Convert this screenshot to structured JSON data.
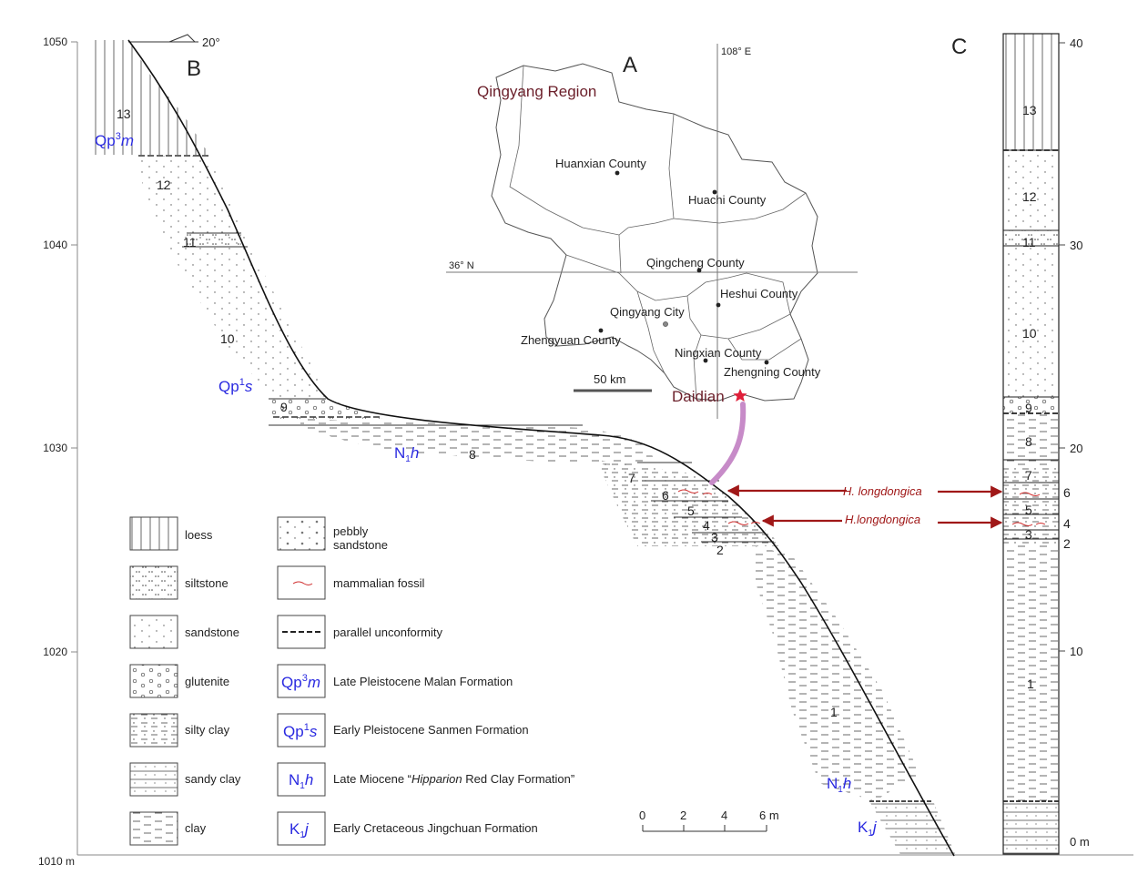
{
  "panels": {
    "a": "A",
    "b": "B",
    "c": "C"
  },
  "dip": "20°",
  "elevation_axis": {
    "ticks": [
      "1050",
      "1040",
      "1030",
      "1020",
      "1010 m"
    ]
  },
  "column_axis": {
    "ticks": [
      "40",
      "30",
      "20",
      "10",
      "0 m"
    ]
  },
  "map": {
    "region": "Qingyang Region",
    "meridian": "108° E",
    "parallel": "36° N",
    "scale": "50 km",
    "counties": [
      "Huanxian County",
      "Huachi County",
      "Qingcheng County",
      "Heshui County",
      "Qingyang City",
      "Zhengyuan County",
      "Ningxian County",
      "Zhengning County"
    ],
    "site": "Daidian"
  },
  "profile": {
    "layers": [
      "13",
      "12",
      "11",
      "10",
      "9",
      "8",
      "7",
      "6",
      "5",
      "4",
      "3",
      "2",
      "1"
    ],
    "formations": {
      "malan_pre": "Qp",
      "malan_sup": "3",
      "malan_it": "m",
      "sanmen_pre": "Qp",
      "sanmen_sup": "1",
      "sanmen_it": "s",
      "n1h_base": "N",
      "n1h_sub": "1",
      "n1h_it": "h",
      "k1j_base": "K",
      "k1j_sub": "1",
      "k1j_it": "j"
    }
  },
  "column": {
    "layers": [
      "13",
      "12",
      "11",
      "10",
      "9",
      "8",
      "7",
      "6",
      "5",
      "4",
      "3",
      "2",
      "1"
    ]
  },
  "fossils": {
    "upper": "H. longdongica",
    "lower": "H.longdongica"
  },
  "scale_bar": {
    "ticks": [
      "0",
      "2",
      "4",
      "6 m"
    ]
  },
  "legend": {
    "loess": "loess",
    "siltstone": "siltstone",
    "sandstone": "sandstone",
    "glutenite": "glutenite",
    "silty_clay": "silty clay",
    "sandy_clay": "sandy clay",
    "clay": "clay",
    "pebbly": "pebbly",
    "sandstone2": "sandstone",
    "fossil": "mammalian fossil",
    "unconformity": "parallel unconformity",
    "malan": "Late Pleistocene Malan Formation",
    "sanmen": "Early Pleistocene Sanmen Formation",
    "hipparion_a": "Late Miocene “",
    "hipparion_b": "Hipparion",
    "hipparion_c": " Red Clay Formation”",
    "jingchuan": "Early Cretaceous Jingchuan Formation"
  },
  "colors": {
    "formation_blue": "#2a2ae0",
    "site_red": "#e0203a",
    "maroon": "#6b1f2a",
    "connector": "#c78bc8",
    "arrow": "#a01818"
  }
}
